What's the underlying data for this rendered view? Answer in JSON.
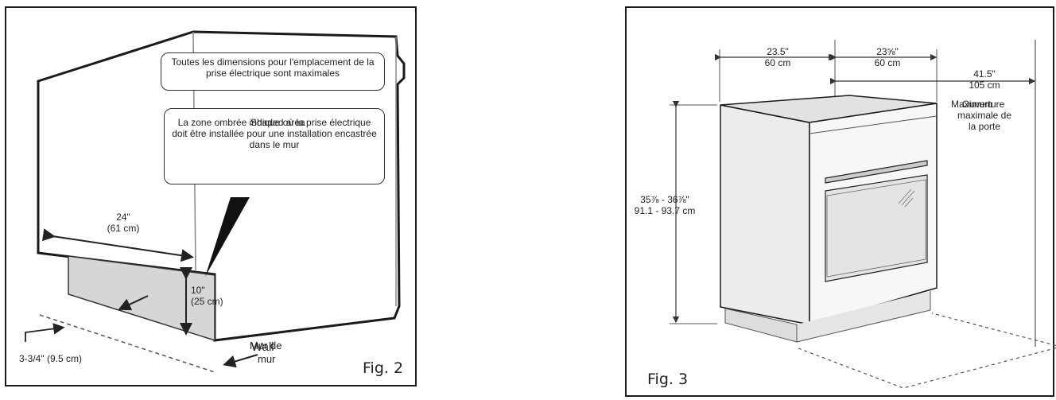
{
  "fig2": {
    "label": "Fig. 2",
    "callout_max": "Toutes les dimensions pour l'emplacement de la prise électrique sont maximales",
    "callout_zone_overlay": "Shaded area",
    "callout_zone": "La zone ombrée indique où la prise électrique doit être installée pour une installation encastrée dans le mur",
    "dim_width_in": "24\"",
    "dim_width_cm": "(61 cm)",
    "dim_height_in": "10\"",
    "dim_height_cm": "(25 cm)",
    "dim_depth": "3-3/4\" (9.5 cm)",
    "wall_en": "Wall",
    "wall_fr_1": "Mur de",
    "wall_fr_2": "mur"
  },
  "fig3": {
    "label": "Fig. 3",
    "dim_width_in": "23.5\"",
    "dim_width_cm": "60 cm",
    "dim_depth_in": "23⅝\"",
    "dim_depth_cm": "60 cm",
    "dim_door_in": "41.5\"",
    "dim_door_cm": "105 cm",
    "door_en": "Maximum",
    "door_fr_1": "Ouverture",
    "door_fr_2": "maximale de",
    "door_fr_3": "la porte",
    "dim_height_in": "35⅞ - 36⅞\"",
    "dim_height_cm": "91.1 - 93.7 cm"
  }
}
